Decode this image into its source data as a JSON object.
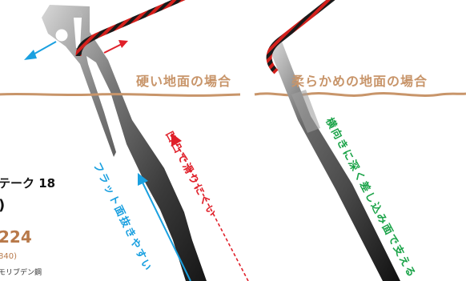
{
  "labels": {
    "hard_ground": "硬い地面の場合",
    "soft_ground": "柔らかめの地面の場合"
  },
  "product": {
    "name": "テーク 18",
    "sub": ")",
    "code": "224",
    "jan": "840)",
    "material": "モリブデン鋼"
  },
  "annotations": {
    "flat_easy": "フラット面抜きやすい",
    "hard_to_slip": "凹凸で滑りにくい",
    "deep_diagonal": "横向きに深く差し込み面で支える"
  },
  "colors": {
    "ground": "#c8956a",
    "accent_blue": "#1aa0e0",
    "accent_red": "#e0202a",
    "accent_green": "#1aa348",
    "rope_red": "#d4201c",
    "rope_dark": "#1a1a1a"
  }
}
